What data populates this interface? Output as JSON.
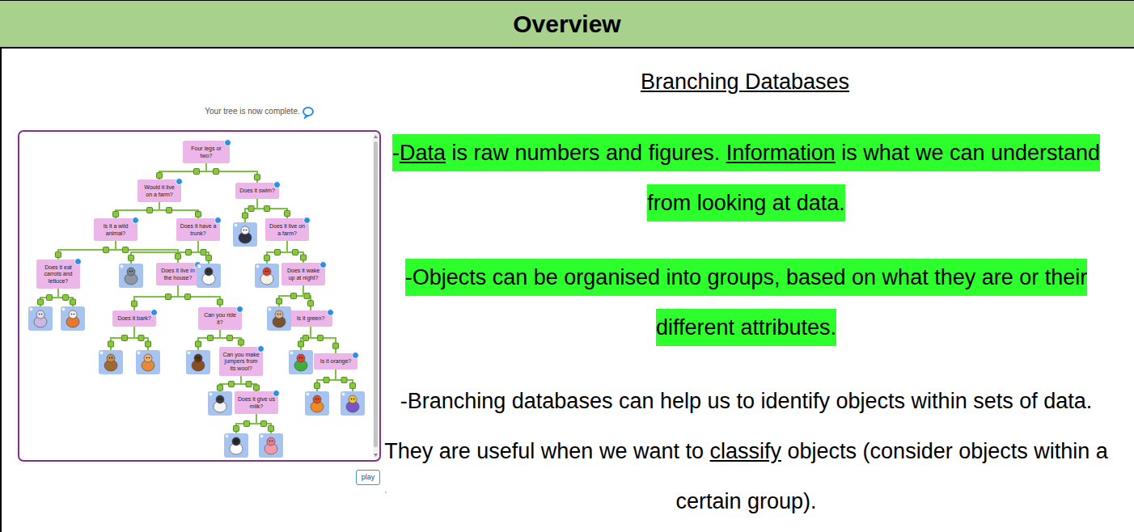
{
  "diagram": {
    "title": "Overview",
    "nodes": [
      {
        "text": [
          "Four legs or two?"
        ]
      },
      {
        "text": [
          "Would it live on a farm?"
        ]
      },
      {
        "text": [
          "Does it swim?"
        ]
      },
      {
        "text": [
          "Is it a wild animal?"
        ]
      },
      {
        "text": [
          "Does it have a trunk?"
        ]
      },
      {
        "text": [
          "Does it live on a farm?"
        ]
      },
      {
        "text": [
          "Does it eat carrots and lettuce?"
        ]
      },
      {
        "text": [
          "Does it live in the house?"
        ]
      },
      {
        "text": [
          "Does it wake up at night?"
        ]
      },
      {
        "text": [
          "Does it bark?"
        ]
      },
      {
        "text": [
          "Can you ride it?"
        ]
      },
      {
        "text": [
          "Is it green?"
        ]
      },
      {
        "text": [
          "Can you make jumpers from its wool?"
        ]
      },
      {
        "text": [
          "Is it orange?"
        ]
      },
      {
        "text": [
          "Does it give us milk?"
        ]
      },
      {
        "text": [
          "play"
        ]
      }
    ],
    "edges": [
      {
        "from": 0,
        "to": 1,
        "arrow": "none"
      },
      {
        "from": 0,
        "to": 2,
        "arrow": "none"
      },
      {
        "from": 1,
        "to": 3,
        "arrow": "none"
      },
      {
        "from": 1,
        "to": 4,
        "arrow": "none"
      },
      {
        "from": 2,
        "to": 5,
        "arrow": "none"
      },
      {
        "from": 3,
        "to": 6,
        "arrow": "none"
      },
      {
        "from": 3,
        "to": 7,
        "arrow": "none"
      },
      {
        "from": 5,
        "to": 8,
        "arrow": "none"
      },
      {
        "from": 7,
        "to": 9,
        "arrow": "none"
      },
      {
        "from": 7,
        "to": 10,
        "arrow": "none"
      },
      {
        "from": 8,
        "to": 11,
        "arrow": "none"
      },
      {
        "from": 10,
        "to": 12,
        "arrow": "none"
      },
      {
        "from": 11,
        "to": 13,
        "arrow": "none"
      },
      {
        "from": 12,
        "to": 14,
        "arrow": "none"
      }
    ],
    "labels": [
      "Your tree is now complete.",
      "Branching Databases",
      "-",
      "Data",
      "is raw numbers and figures.",
      "Information",
      "is what we can understand from looking at data.",
      "-Objects can be organised into groups, based on what they are or their different attributes.",
      "-Branching databases can help us to identify objects within sets of data. They are useful when we want to",
      "classify",
      "objects (consider objects within a certain group)."
    ]
  }
}
